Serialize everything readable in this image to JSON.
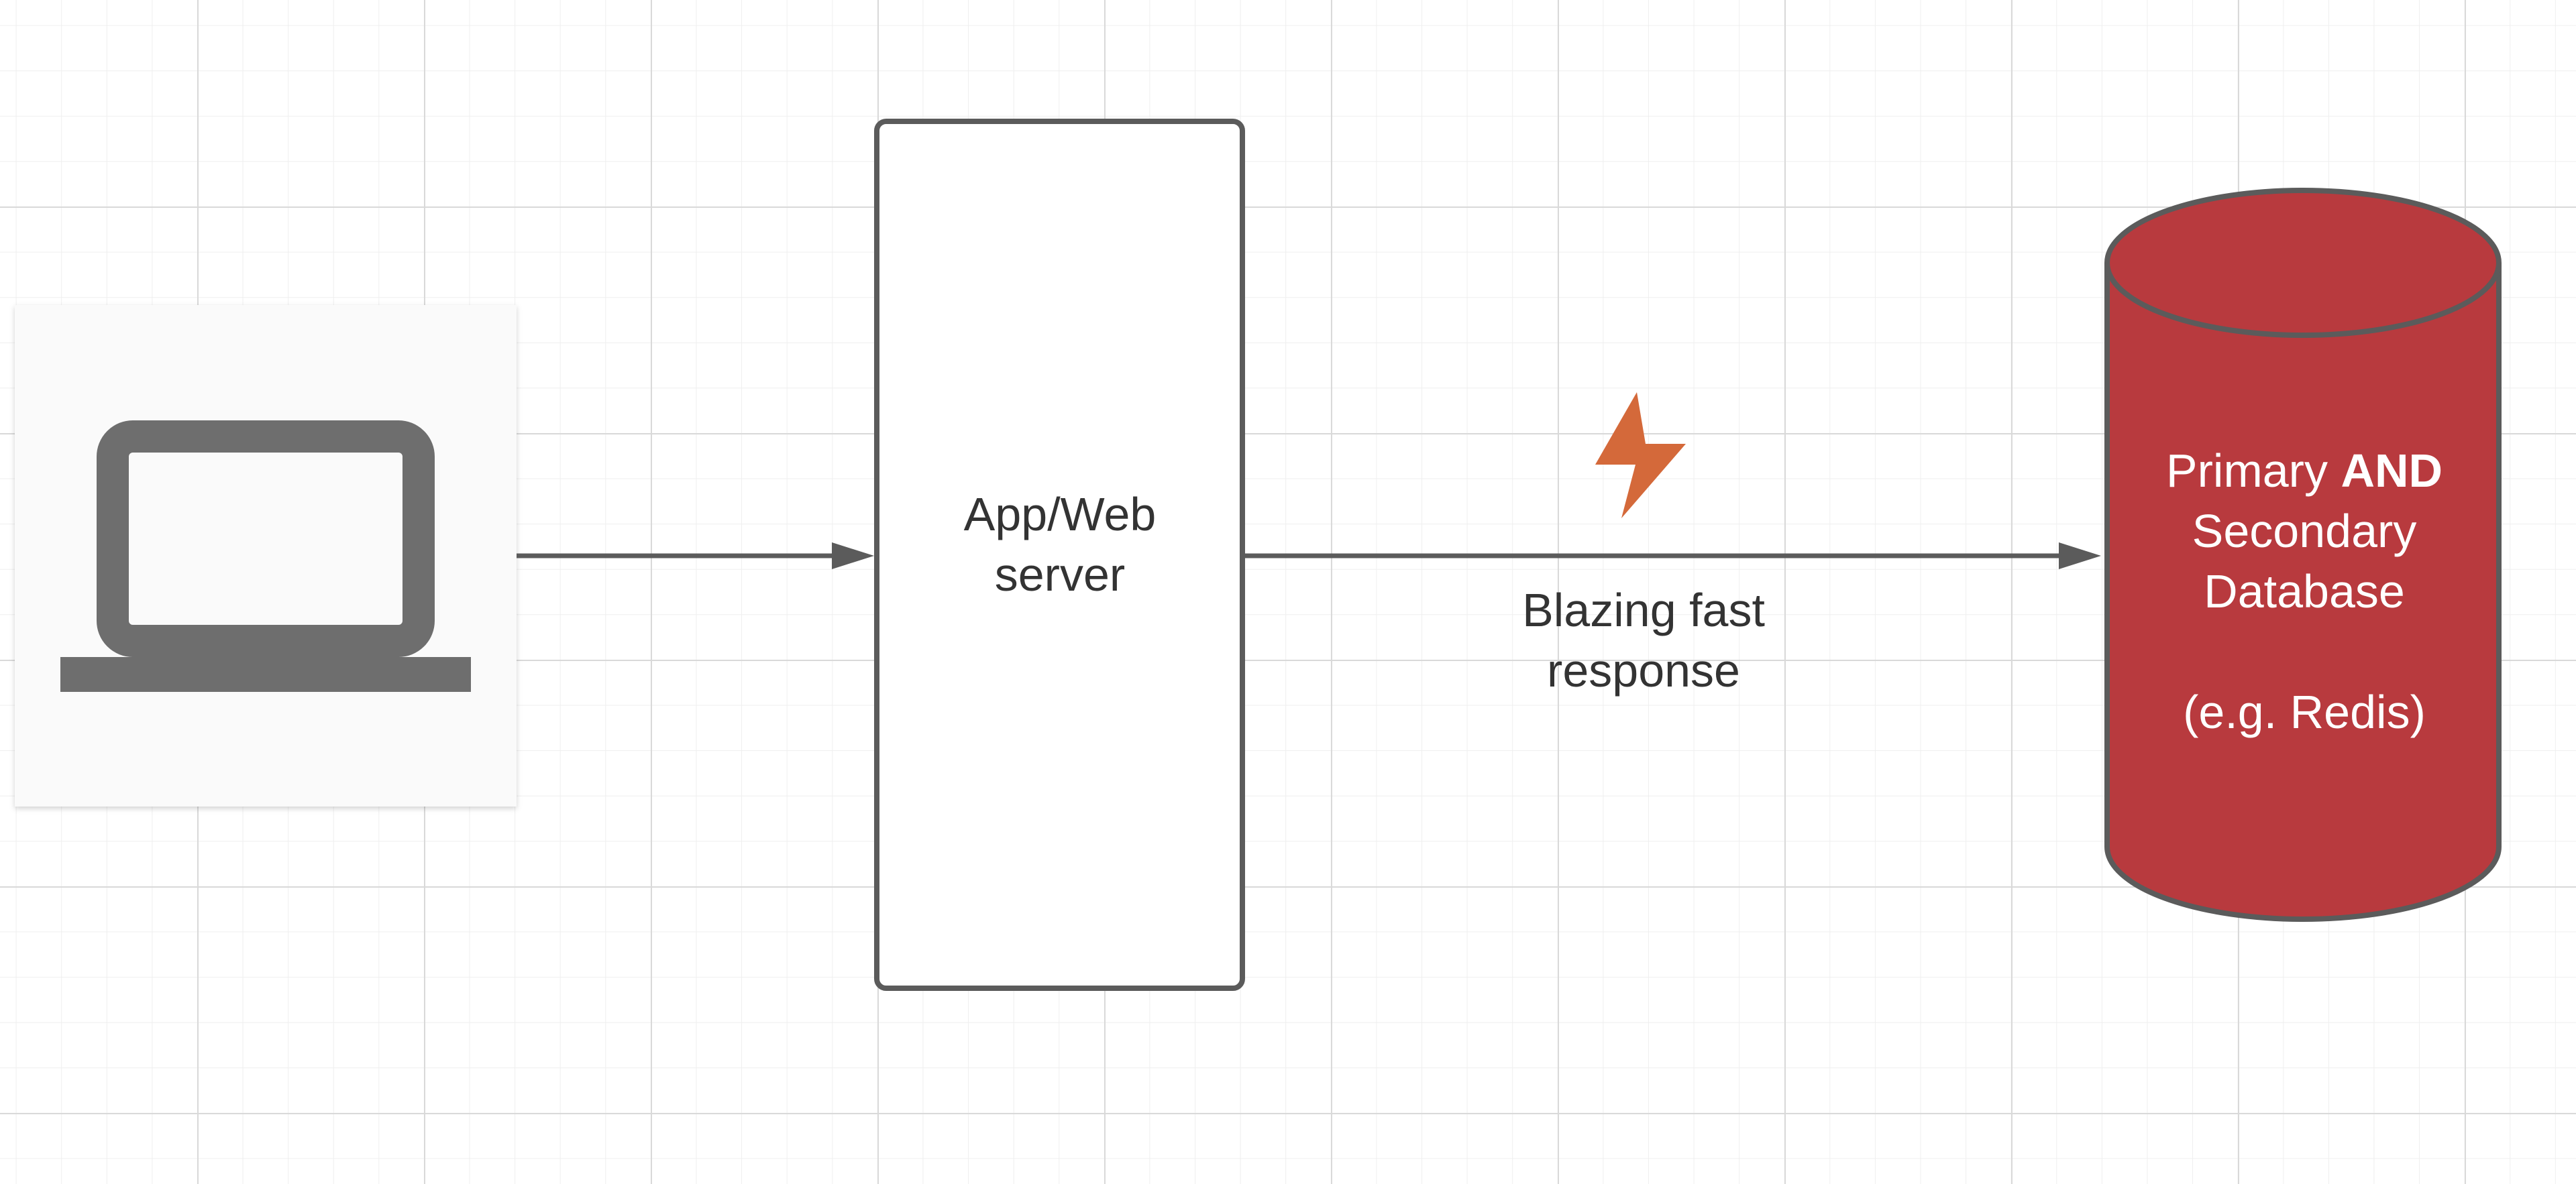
{
  "diagram": {
    "nodes": {
      "client": {
        "icon": "laptop-icon"
      },
      "server": {
        "label_lines": [
          "App/Web",
          "server"
        ]
      },
      "database": {
        "label_line1_prefix": "Primary ",
        "label_line1_bold": "AND",
        "label_line2": "Secondary",
        "label_line3": "Database",
        "label_line4": "",
        "label_line5": "(e.g. Redis)"
      }
    },
    "edges": {
      "client_to_server": {
        "label": ""
      },
      "server_to_database": {
        "label_lines": [
          "Blazing fast",
          "response"
        ],
        "icon": "lightning-bolt-icon"
      }
    },
    "colors": {
      "stroke": "#5b5b5b",
      "laptop": "#6e6e6e",
      "database_fill": "#b83a3e",
      "bolt": "#d4693a",
      "text": "#333333"
    }
  }
}
